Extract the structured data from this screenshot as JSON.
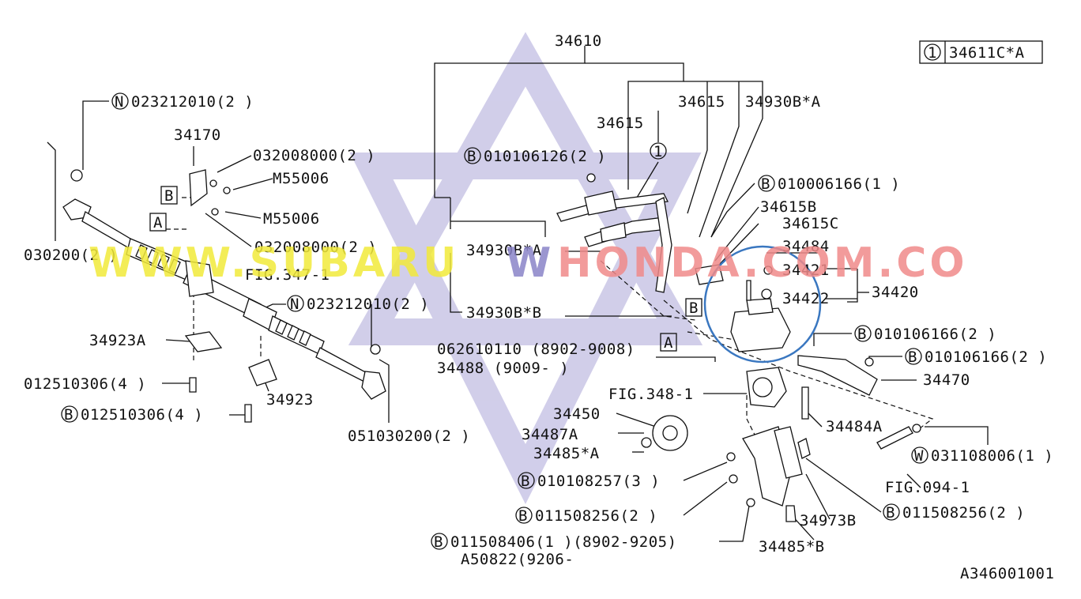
{
  "legend": {
    "marker": "1",
    "code": "34611C*A"
  },
  "figure_id": "A346001001",
  "watermark": {
    "part1": "WWW.SUBARU",
    "part2": "W",
    "part3": "HONDA.COM.CO",
    "colors": {
      "subaru": "#f2ea3a",
      "w": "#8a84c8",
      "honda": "#f08a8a",
      "star": "#c9c6e6",
      "circle": "#3a77c0"
    }
  },
  "labels": {
    "l34610": "34610",
    "l34615a": "34615",
    "l34930BA_top": "34930B*A",
    "l34615b": "34615",
    "circle1": "1",
    "b010106126": "010106126(2 )",
    "b010006166": "010006166(1 )",
    "l34615B": "34615B",
    "l34615C": "34615C",
    "l34484": "34484",
    "l34421": "34421",
    "l34422": "34422",
    "l34420": "34420",
    "l34930BA": "34930B*A",
    "l34930BB": "34930B*B",
    "boxB_right": "B",
    "boxA_right": "A",
    "b010106166a": "010106166(2 )",
    "b010106166b": "010106166(2 )",
    "l062610110": "062610110 (8902-9008)",
    "l34488": "34488    (9009-    )",
    "l34470": "34470",
    "fig348": "FIG.348-1",
    "l34450": "34450",
    "l34487A": "34487A",
    "l34485A": "34485*A",
    "l34484A": "34484A",
    "w031108006": "031108006(1 )",
    "fig094": "FIG.094-1",
    "b010108257": "010108257(3 )",
    "b011508256a": "011508256(2 )",
    "b011508256b": "011508256(2 )",
    "l34973B": "34973B",
    "b011508406": "011508406(1 )(8902-9205)",
    "a50822": "A50822(9206-",
    "l34485B": "34485*B",
    "n023212010a": "023212010(2 )",
    "l34170": "34170",
    "l032008000a": "032008000(2 )",
    "m55006a": "M55006",
    "m55006b": "M55006",
    "l032008000b": "032008000(2 )",
    "boxB_left": "B",
    "boxA_left": "A",
    "l030200": "030200(2 )",
    "fig347": "FIG.347-1",
    "n023212010b": "023212010(2 )",
    "l34923A": "34923A",
    "l012510306": "012510306(4 )",
    "l34923": "34923",
    "b012510306": "012510306(4 )",
    "l051030200": "051030200(2 )",
    "prefixN": "N",
    "prefixB": "B",
    "prefixW": "W"
  }
}
